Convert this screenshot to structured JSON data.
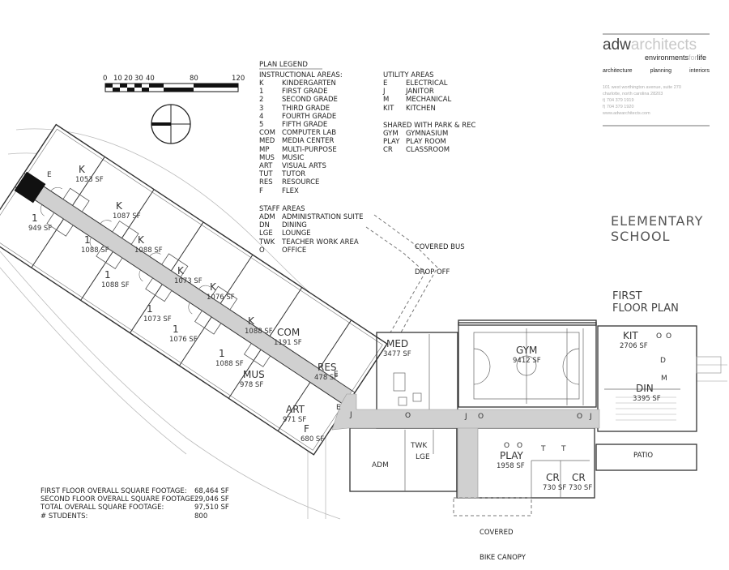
{
  "scale": {
    "ticks": [
      "0",
      "10",
      "20",
      "30",
      "40",
      "80",
      "120"
    ]
  },
  "legend": {
    "heading": "PLAN LEGEND",
    "instructional_title": "INSTRUCTIONAL AREAS:",
    "instructional": [
      [
        "K",
        "KINDERGARTEN"
      ],
      [
        "1",
        "FIRST GRADE"
      ],
      [
        "2",
        "SECOND GRADE"
      ],
      [
        "3",
        "THIRD GRADE"
      ],
      [
        "4",
        "FOURTH GRADE"
      ],
      [
        "5",
        "FIFTH GRADE"
      ],
      [
        "COM",
        "COMPUTER LAB"
      ],
      [
        "MED",
        "MEDIA CENTER"
      ],
      [
        "MP",
        "MULTI-PURPOSE"
      ],
      [
        "MUS",
        "MUSIC"
      ],
      [
        "ART",
        "VISUAL ARTS"
      ],
      [
        "TUT",
        "TUTOR"
      ],
      [
        "RES",
        "RESOURCE"
      ],
      [
        "F",
        "FLEX"
      ]
    ],
    "staff_title": "STAFF AREAS",
    "staff": [
      [
        "ADM",
        "ADMINISTRATION SUITE"
      ],
      [
        "DN",
        "DINING"
      ],
      [
        "LGE",
        "LOUNGE"
      ],
      [
        "TWK",
        "TEACHER WORK AREA"
      ],
      [
        "O",
        "OFFICE"
      ]
    ],
    "utility_title": "UTILITY AREAS",
    "utility": [
      [
        "E",
        "ELECTRICAL"
      ],
      [
        "J",
        "JANITOR"
      ],
      [
        "M",
        "MECHANICAL"
      ],
      [
        "KIT",
        "KITCHEN"
      ]
    ],
    "shared_title": "SHARED WITH PARK & REC",
    "shared": [
      [
        "GYM",
        "GYMNASIUM"
      ],
      [
        "PLAY",
        "PLAY ROOM"
      ],
      [
        "CR",
        "CLASSROOM"
      ]
    ]
  },
  "firm": {
    "name_a": "adw",
    "name_b": "architects",
    "tagline_a": "environments",
    "tagline_b": "for",
    "tagline_c": "life",
    "services": [
      "architecture",
      "planning",
      "interiors"
    ],
    "address": [
      "101 west worthington avenue, suite 270",
      "charlotte, north carolina 28203",
      "t) 704 379 1919",
      "f) 704 379 1920",
      "www.adwarchitects.com"
    ]
  },
  "title": {
    "line1": "ELEMENTARY",
    "line2": "SCHOOL",
    "sub1": "FIRST",
    "sub2": "FLOOR PLAN"
  },
  "rooms": [
    {
      "code": "K",
      "sf": "1053 SF"
    },
    {
      "code": "1",
      "sf": "949 SF"
    },
    {
      "code": "K",
      "sf": "1087 SF"
    },
    {
      "code": "1",
      "sf": "1088 SF"
    },
    {
      "code": "K",
      "sf": "1088 SF"
    },
    {
      "code": "1",
      "sf": "1088 SF"
    },
    {
      "code": "K",
      "sf": "1073 SF"
    },
    {
      "code": "1",
      "sf": "1073 SF"
    },
    {
      "code": "K",
      "sf": "1076 SF"
    },
    {
      "code": "1",
      "sf": "1076 SF"
    },
    {
      "code": "K",
      "sf": "1088 SF"
    },
    {
      "code": "1",
      "sf": "1088 SF"
    },
    {
      "code": "COM",
      "sf": "1191 SF"
    },
    {
      "code": "MUS",
      "sf": "978 SF"
    },
    {
      "code": "RES",
      "sf": "478 SF"
    },
    {
      "code": "ART",
      "sf": "971 SF"
    },
    {
      "code": "F",
      "sf": "680 SF"
    },
    {
      "code": "MED",
      "sf": "3477 SF"
    },
    {
      "code": "GYM",
      "sf": "9412 SF"
    },
    {
      "code": "KIT",
      "sf": "2706 SF"
    },
    {
      "code": "DIN",
      "sf": "3395 SF"
    },
    {
      "code": "PLAY",
      "sf": "1958 SF"
    },
    {
      "code": "CR",
      "sf": "730 SF"
    },
    {
      "code": "CR",
      "sf": "730 SF"
    }
  ],
  "small_labels": [
    "E",
    "E",
    "E",
    "J",
    "O",
    "O",
    "O",
    "J",
    "TWK",
    "LGE",
    "ADM",
    "M",
    "O",
    "O",
    "D",
    "T",
    "T",
    "O",
    "O",
    "J"
  ],
  "annotations": {
    "bus_1": "COVERED BUS",
    "bus_2": "DROP OFF",
    "canopy_1": "COVERED",
    "canopy_2": "BIKE CANOPY",
    "patio": "PATIO"
  },
  "stats": [
    {
      "label": "FIRST FLOOR OVERALL SQUARE FOOTAGE:",
      "value": "68,464 SF"
    },
    {
      "label": "SECOND FLOOR OVERALL SQUARE FOOTAGE:",
      "value": "29,046 SF"
    },
    {
      "label": "TOTAL OVERALL SQUARE FOOTAGE:",
      "value": "97,510 SF"
    },
    {
      "label": "# STUDENTS:",
      "value": "800"
    }
  ]
}
